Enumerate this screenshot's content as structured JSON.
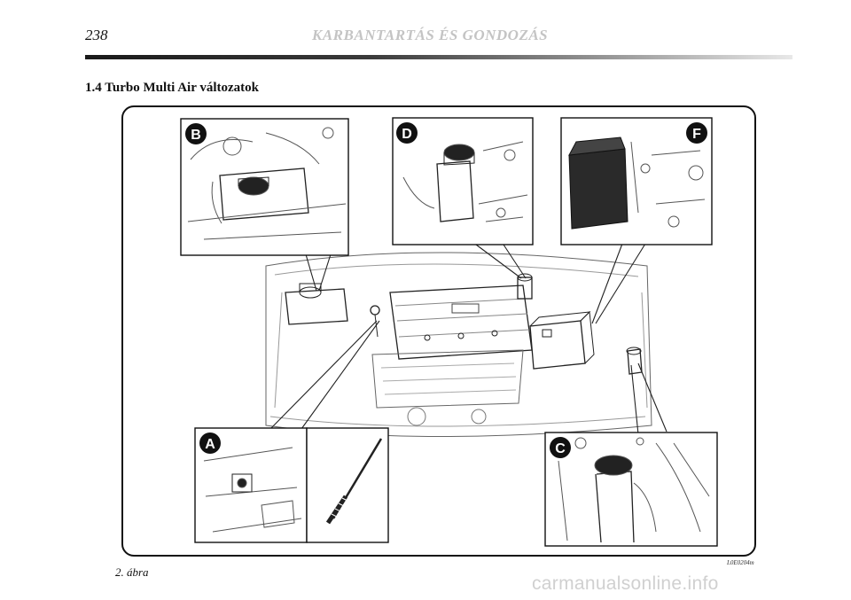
{
  "header": {
    "page_number": "238",
    "running_title": "KARBANTARTÁS ÉS GONDOZÁS"
  },
  "section": {
    "heading": "1.4 Turbo Multi Air változatok"
  },
  "figure": {
    "badges": {
      "a": "A",
      "b": "B",
      "c": "C",
      "d": "D",
      "f": "F"
    },
    "code": "L0E0204m",
    "caption": "2. ábra"
  },
  "footer": {
    "watermark": "carmanualsonline.info"
  },
  "colors": {
    "ink": "#111111",
    "watermark": "#d0d0d0",
    "running_title": "#c4c4c4"
  }
}
